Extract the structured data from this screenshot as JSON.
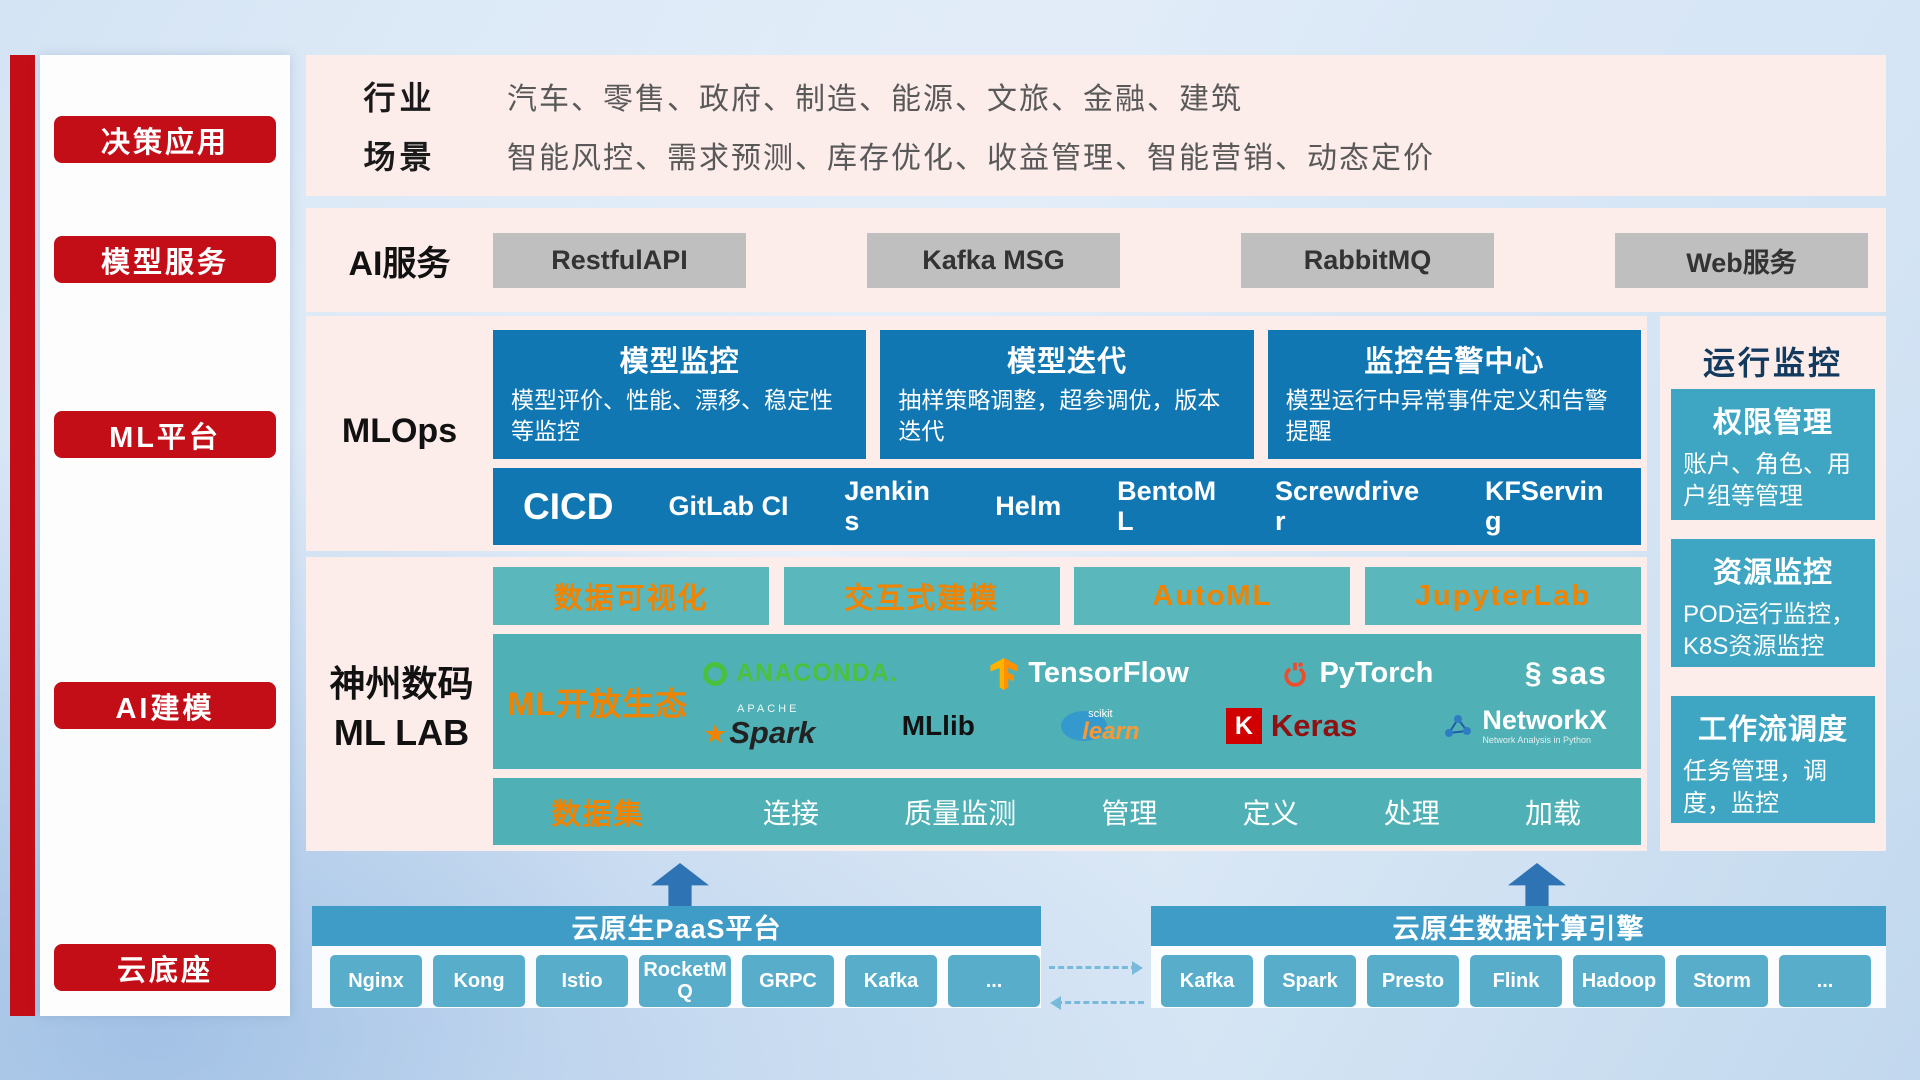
{
  "colors": {
    "accent_red": "#c30d17",
    "panel_pink": "#fcecea",
    "deep_blue": "#1077b2",
    "teal": "#4fb0b5",
    "orange": "#f08300",
    "right_card_blue": "#3ea6c3",
    "bottom_bar_blue": "#3f9cc7",
    "arrow_blue": "#2e74b5"
  },
  "icons": {
    "spark_star": "★",
    "sas_swirl": "§"
  },
  "sidebar": {
    "items": [
      {
        "label": "决策应用"
      },
      {
        "label": "模型服务"
      },
      {
        "label": "ML平台"
      },
      {
        "label": "AI建模"
      },
      {
        "label": "云底座"
      }
    ]
  },
  "decision_row": {
    "industry_label": "行业",
    "industry_text": "汽车、零售、政府、制造、能源、文旅、金融、建筑",
    "scene_label": "场景",
    "scene_text": "智能风控、需求预测、库存优化、收益管理、智能营销、动态定价"
  },
  "service_row": {
    "label": "AI服务",
    "buttons": [
      "RestfulAPI",
      "Kafka MSG",
      "RabbitMQ",
      "Web服务"
    ]
  },
  "mlops": {
    "label": "MLOps",
    "cards": [
      {
        "title": "模型监控",
        "desc": "模型评价、性能、漂移、稳定性等监控"
      },
      {
        "title": "模型迭代",
        "desc": "抽样策略调整，超参调优，版本迭代"
      },
      {
        "title": "监控告警中心",
        "desc": "模型运行中异常事件定义和告警提醒"
      }
    ],
    "cicd_title": "CICD",
    "cicd_items": [
      "GitLab CI",
      "Jenkins",
      "Helm",
      "BentoML",
      "Screwdriver",
      "KFServing"
    ]
  },
  "monitor": {
    "title": "运行监控",
    "cards": [
      {
        "title": "权限管理",
        "desc": "账户、角色、用户组等管理"
      },
      {
        "title": "资源监控",
        "desc": "POD运行监控，K8S资源监控"
      },
      {
        "title": "工作流调度",
        "desc": "任务管理，调度，监控"
      }
    ]
  },
  "mllab": {
    "label_line1": "神州数码",
    "label_line2": "ML LAB",
    "tools": [
      "数据可视化",
      "交互式建模",
      "AutoML",
      "JupyterLab"
    ],
    "eco_label": "ML开放生态",
    "logos": {
      "anaconda": "ANACONDA.",
      "tensorflow": "TensorFlow",
      "pytorch": "PyTorch",
      "sas": "sas",
      "spark_sub": "APACHE",
      "spark": "Spark",
      "mllib": "MLlib",
      "scikit_sub": "scikit",
      "scikit": "learn",
      "keras_k": "K",
      "keras": "Keras",
      "networkx": "NetworkX",
      "networkx_sub": "Network Analysis in Python"
    },
    "dataset_label": "数据集",
    "dataset_items": [
      "连接",
      "质量监测",
      "管理",
      "定义",
      "处理",
      "加载"
    ]
  },
  "cloud": {
    "paas_title": "云原生PaaS平台",
    "paas_items": [
      "Nginx",
      "Kong",
      "Istio",
      "RocketMQ",
      "GRPC",
      "Kafka",
      "..."
    ],
    "engine_title": "云原生数据计算引擎",
    "engine_items": [
      "Kafka",
      "Spark",
      "Presto",
      "Flink",
      "Hadoop",
      "Storm",
      "..."
    ]
  }
}
